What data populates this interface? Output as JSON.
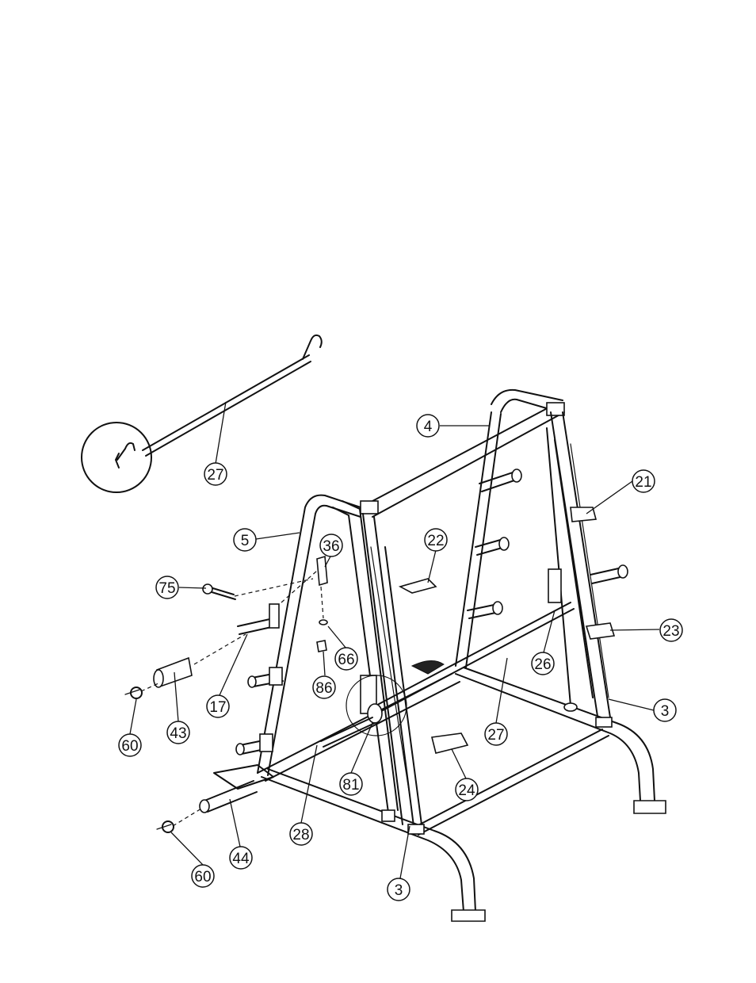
{
  "callouts": [
    {
      "id": "c27a",
      "label": "27"
    },
    {
      "id": "c4",
      "label": "4"
    },
    {
      "id": "c21",
      "label": "21"
    },
    {
      "id": "c5",
      "label": "5"
    },
    {
      "id": "c36",
      "label": "36"
    },
    {
      "id": "c22",
      "label": "22"
    },
    {
      "id": "c75",
      "label": "75"
    },
    {
      "id": "c23",
      "label": "23"
    },
    {
      "id": "c26",
      "label": "26"
    },
    {
      "id": "c66",
      "label": "66"
    },
    {
      "id": "c86",
      "label": "86"
    },
    {
      "id": "c17",
      "label": "17"
    },
    {
      "id": "c3a",
      "label": "3"
    },
    {
      "id": "c27b",
      "label": "27"
    },
    {
      "id": "c60a",
      "label": "60"
    },
    {
      "id": "c43",
      "label": "43"
    },
    {
      "id": "c81",
      "label": "81"
    },
    {
      "id": "c24",
      "label": "24"
    },
    {
      "id": "c28",
      "label": "28"
    },
    {
      "id": "c44",
      "label": "44"
    },
    {
      "id": "c60b",
      "label": "60"
    },
    {
      "id": "c3b",
      "label": "3"
    }
  ]
}
